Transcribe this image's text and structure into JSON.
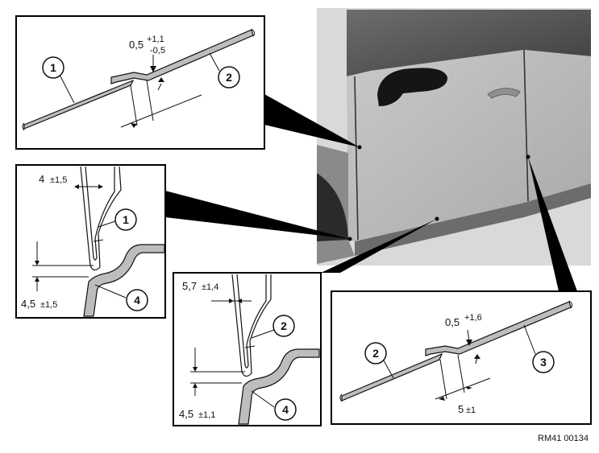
{
  "inset_top_left": {
    "tolerance_main": "0,5",
    "tolerance_plus": "+1,1",
    "tolerance_minus": "-0,5",
    "callouts": [
      "1",
      "2"
    ]
  },
  "inset_mid_left": {
    "gap_top_value": "4",
    "gap_top_tol": "±1,5",
    "gap_bottom_value": "4,5",
    "gap_bottom_tol": "±1,5",
    "callouts": [
      "1",
      "4"
    ]
  },
  "inset_mid_center": {
    "gap_top_value": "5,7",
    "gap_top_tol": "±1,4",
    "gap_bottom_value": "4,5",
    "gap_bottom_tol": "±1,1",
    "callouts": [
      "2",
      "4"
    ]
  },
  "inset_bottom_right": {
    "tolerance_main": "0,5",
    "tolerance_plus": "+1,6",
    "gap_value": "5",
    "gap_tol": "±1",
    "callouts": [
      "2",
      "3"
    ]
  },
  "reference_code": "RM41 00134"
}
